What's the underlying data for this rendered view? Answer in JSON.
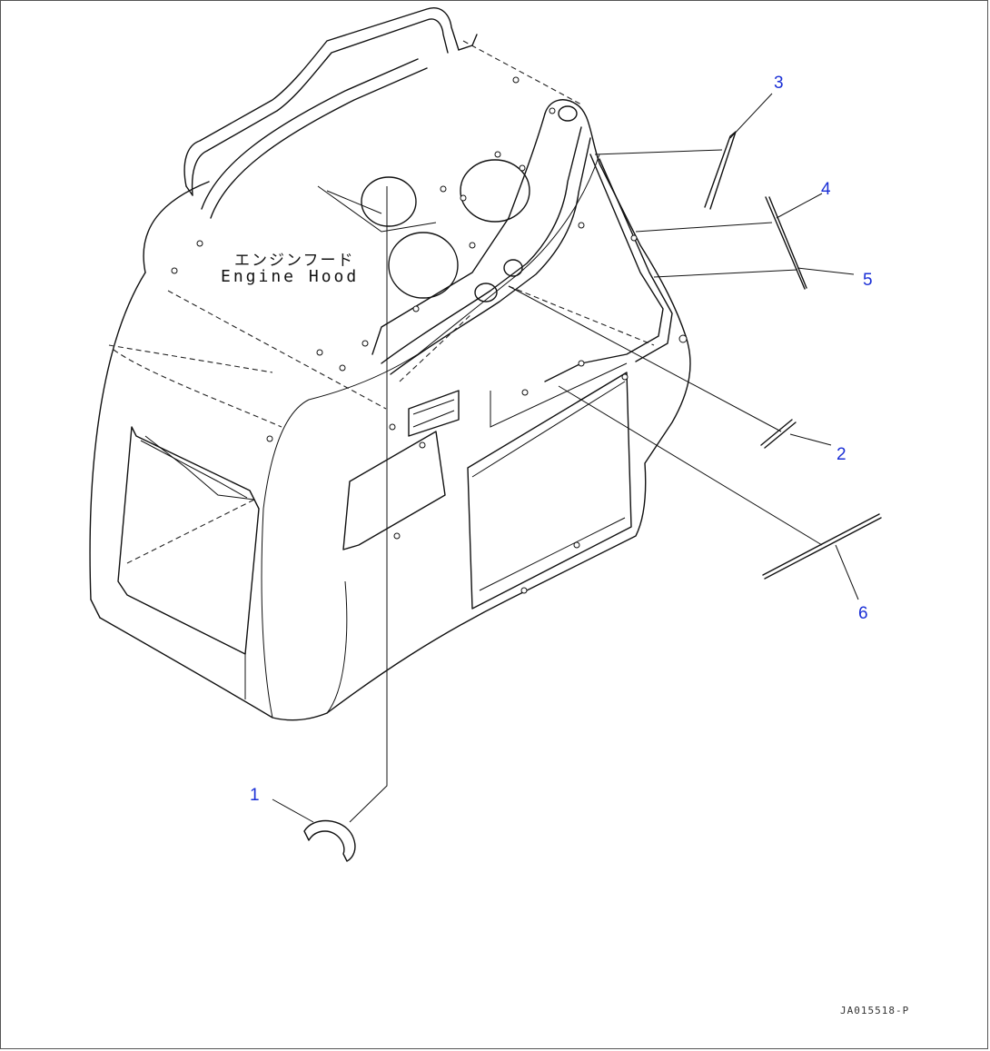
{
  "diagram": {
    "hood_label_jp": "エンジンフード",
    "hood_label_en": "Engine Hood",
    "drawing_code": "JA015518-P",
    "callouts": [
      "1",
      "2",
      "3",
      "4",
      "5",
      "6"
    ]
  },
  "colors": {
    "callout": "#1a2fd6",
    "line": "#111111"
  }
}
